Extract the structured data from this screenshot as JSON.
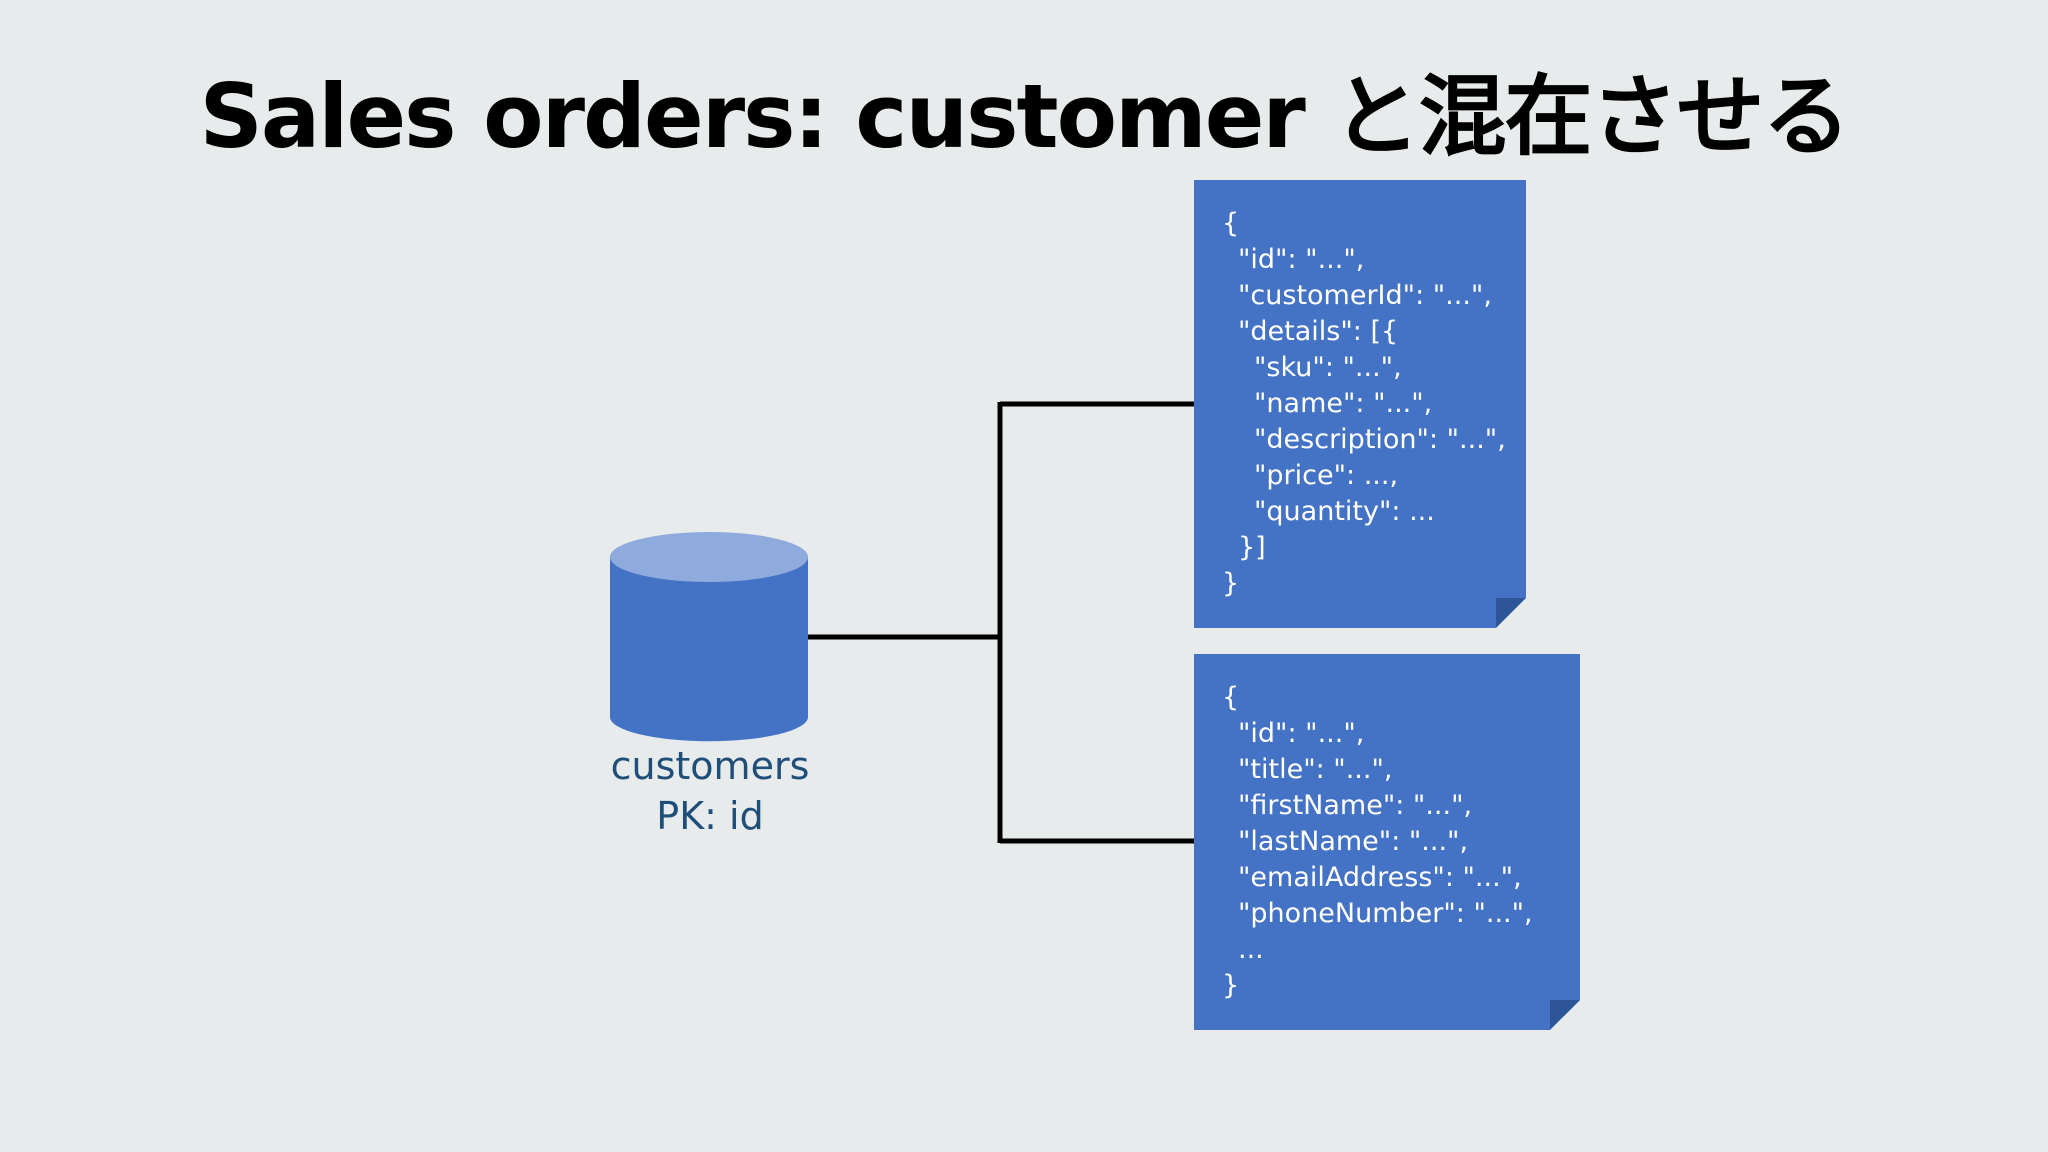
{
  "slide": {
    "title": "Sales orders: customer と混在させる"
  },
  "container": {
    "name": "customers",
    "partition_key": "PK: id"
  },
  "order_document": {
    "lines": [
      {
        "text": "{",
        "indent": 0
      },
      {
        "text": "\"id\": \"...\",",
        "indent": 1
      },
      {
        "text": "\"customerId\": \"...\",",
        "indent": 1
      },
      {
        "text": "\"details\": [{",
        "indent": 1
      },
      {
        "text": "\"sku\": \"...\",",
        "indent": 2
      },
      {
        "text": "\"name\": \"...\",",
        "indent": 2
      },
      {
        "text": "\"description\": \"...\",",
        "indent": 2
      },
      {
        "text": "\"price\": ...,",
        "indent": 2
      },
      {
        "text": "\"quantity\": ...",
        "indent": 2
      },
      {
        "text": "}]",
        "indent": 1
      },
      {
        "text": "}",
        "indent": 0
      }
    ]
  },
  "customer_document": {
    "lines": [
      {
        "text": "{",
        "indent": 0
      },
      {
        "text": "\"id\": \"...\",",
        "indent": 1
      },
      {
        "text": "\"title\": \"...\",",
        "indent": 1
      },
      {
        "text": "\"firstName\": \"...\",",
        "indent": 1
      },
      {
        "text": "\"lastName\": \"...\",",
        "indent": 1
      },
      {
        "text": "\"emailAddress\": \"...\",",
        "indent": 1
      },
      {
        "text": "\"phoneNumber\": \"...\",",
        "indent": 1
      },
      {
        "text": "...",
        "indent": 1
      },
      {
        "text": "}",
        "indent": 0
      }
    ]
  },
  "colors": {
    "background": "#e8ebeb",
    "document_fill": "#4472c4",
    "cylinder_body": "#4472c4",
    "cylinder_top": "#8faadc",
    "label_text": "#1f4e79",
    "connector": "#000000"
  },
  "icons": {
    "container": "database-cylinder-icon",
    "document": "document-page-icon"
  }
}
